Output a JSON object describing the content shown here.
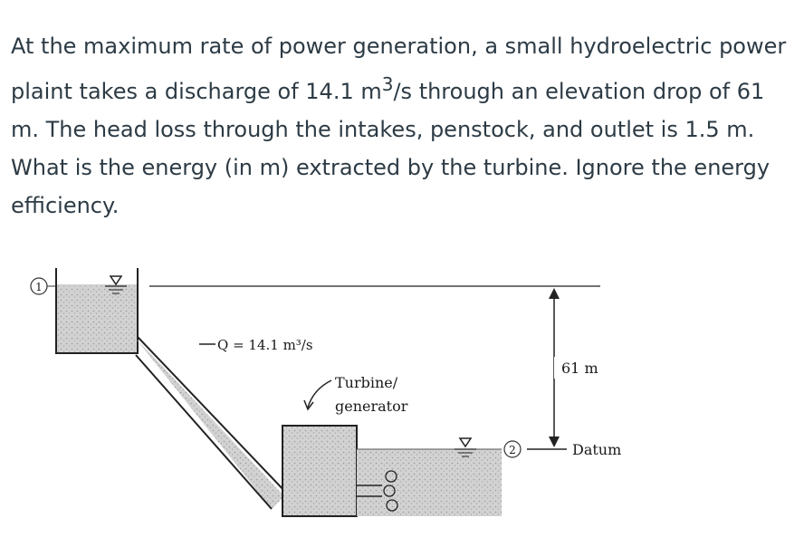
{
  "question": {
    "text_before_sup": "At the maximum rate of power generation, a small hydroelectric power plaint takes a discharge of 14.1 m",
    "sup": "3",
    "text_after_sup": "/s through an elevation drop of 61 m. The head loss through the intakes, penstock, and outlet is 1.5 m. What is the energy (in m) extracted by the turbine. Ignore the energy efficiency."
  },
  "figure": {
    "point1_label": "1",
    "point2_label": "2",
    "discharge_label": "Q = 14.1 m³/s",
    "turbine_label_line1": "Turbine/",
    "turbine_label_line2": "generator",
    "elevation_label": "61 m",
    "datum_label": "Datum"
  }
}
